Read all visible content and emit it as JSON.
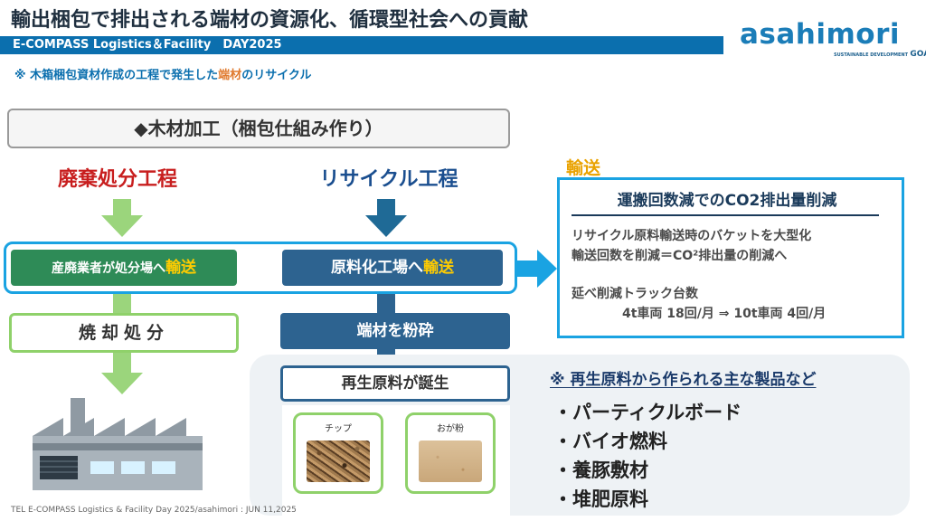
{
  "header": {
    "title": "輸出梱包で排出される端材の資源化、循環型社会への貢献",
    "banner": "E-COMPASS Logistics＆Facility　DAY2025",
    "subtitle_prefix": "※ 木箱梱包資材作成の工程で発生した",
    "subtitle_highlight": "端材",
    "subtitle_suffix": "のリサイクル"
  },
  "logo": {
    "name": "asahimori",
    "sub_small": "SUSTAINABLE DEVELOPMENT",
    "sub_goals": "GOALS"
  },
  "process": {
    "title": "◆木材加工（梱包仕組み作り）",
    "disposal_title": "廃棄処分工程",
    "recycle_title": "リサイクル工程",
    "disposal_transport_prefix": "産廃業者が処分場へ",
    "disposal_transport_highlight": "輸送",
    "recycle_transport_prefix": "原料化工場へ",
    "recycle_transport_highlight": "輸送",
    "incineration": "焼却処分",
    "crush": "端材を粉砕",
    "reborn": "再生原料が誕生"
  },
  "samples": [
    {
      "label": "チップ"
    },
    {
      "label": "おが粉"
    }
  ],
  "co2": {
    "transport_label": "輸送",
    "title": "運搬回数減でのCO2排出量削減",
    "line1": "リサイクル原料輸送時のバケットを大型化",
    "line2": "輸送回数を削減＝CO²排出量の削減へ",
    "line3": "延べ削減トラック台数",
    "line4": "4t車両 18回/月 ⇒ 10t車両 4回/月"
  },
  "products": {
    "heading": "※ 再生原料から作られる主な製品など",
    "items": [
      "・パーティクルボード",
      "・バイオ燃料",
      "・養豚敷材",
      "・堆肥原料"
    ]
  },
  "footer": "TEL E-COMPASS Logistics & Facility Day 2025/asahimori : JUN 11,2025",
  "colors": {
    "brand_blue": "#0b6fae",
    "disposal_red": "#c81e1e",
    "recycle_navy": "#1a4e8f",
    "transport_gold": "#ffcc00",
    "green": "#2e8b57",
    "highlight_cyan": "#1aa3e2"
  }
}
